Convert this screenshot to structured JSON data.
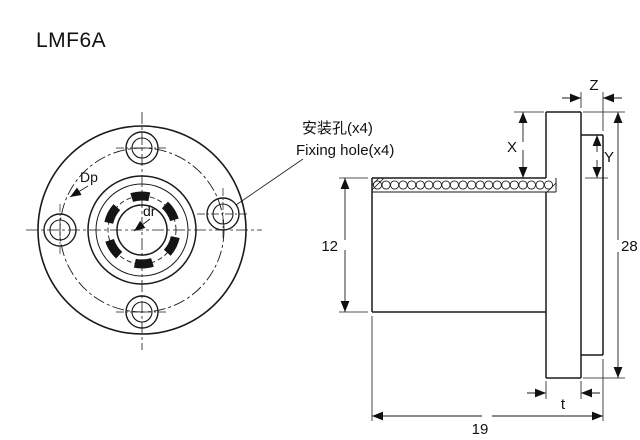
{
  "title": "LMF6A",
  "annotation": {
    "cn": "安装孔(x4)",
    "en": "Fixing hole(x4)"
  },
  "front_view": {
    "pitch_circle_label": "Dp",
    "bore_label": "dr",
    "mounting_hole_count": 4
  },
  "side_view": {
    "dimensions": {
      "body_diameter": "12",
      "flange_diameter": "28",
      "total_length": "19",
      "flange_thickness": "t",
      "x": "X",
      "y": "Y",
      "z": "Z"
    }
  },
  "colors": {
    "line": "#1a1a1a",
    "background": "#ffffff"
  }
}
